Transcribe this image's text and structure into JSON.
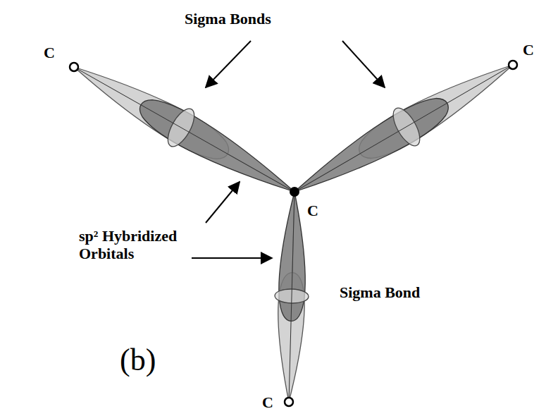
{
  "diagram": {
    "labels": [
      "Sigma Bonds",
      "C",
      "C",
      "C",
      "C",
      "sp² Hybridized Orbitals",
      "Sigma Bond",
      "(b)"
    ]
  }
}
